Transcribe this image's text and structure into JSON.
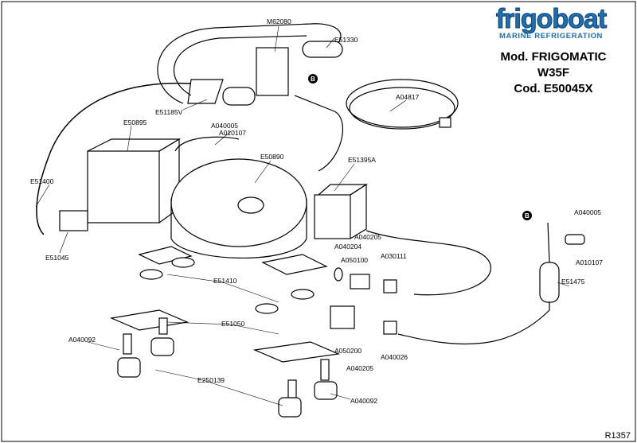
{
  "brand": {
    "logo": "frigoboat",
    "tagline": "MARINE REFRIGERATION"
  },
  "model": {
    "line1": "Mod. FRIGOMATIC",
    "line2": "W35F",
    "line3": "Cod. E50045X"
  },
  "drawing_ref": "R1357",
  "marker_letter": "B",
  "part_labels": [
    "M62080",
    "E51330",
    "E51185V",
    "A040005",
    "A010107",
    "E50895",
    "E50890",
    "A04817",
    "E51395A",
    "E51400",
    "E51045",
    "A040205",
    "A040204",
    "A050100",
    "A030111",
    "E51410",
    "E51050",
    "A040092",
    "E250139",
    "A050200",
    "A040205",
    "A040026",
    "A040092",
    "A040005",
    "A010107",
    "E51475"
  ]
}
